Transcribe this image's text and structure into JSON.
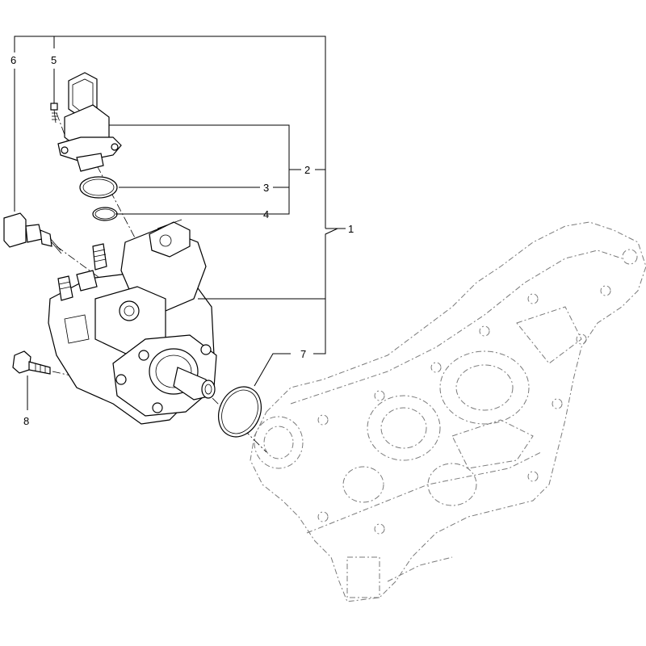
{
  "callouts": {
    "c1": "1",
    "c2": "2",
    "c3": "3",
    "c4": "4",
    "c5": "5",
    "c6": "6",
    "c7": "7",
    "c8": "8"
  },
  "colors": {
    "line": "#000000",
    "ghost": "#7a7a7a",
    "background": "#ffffff"
  }
}
